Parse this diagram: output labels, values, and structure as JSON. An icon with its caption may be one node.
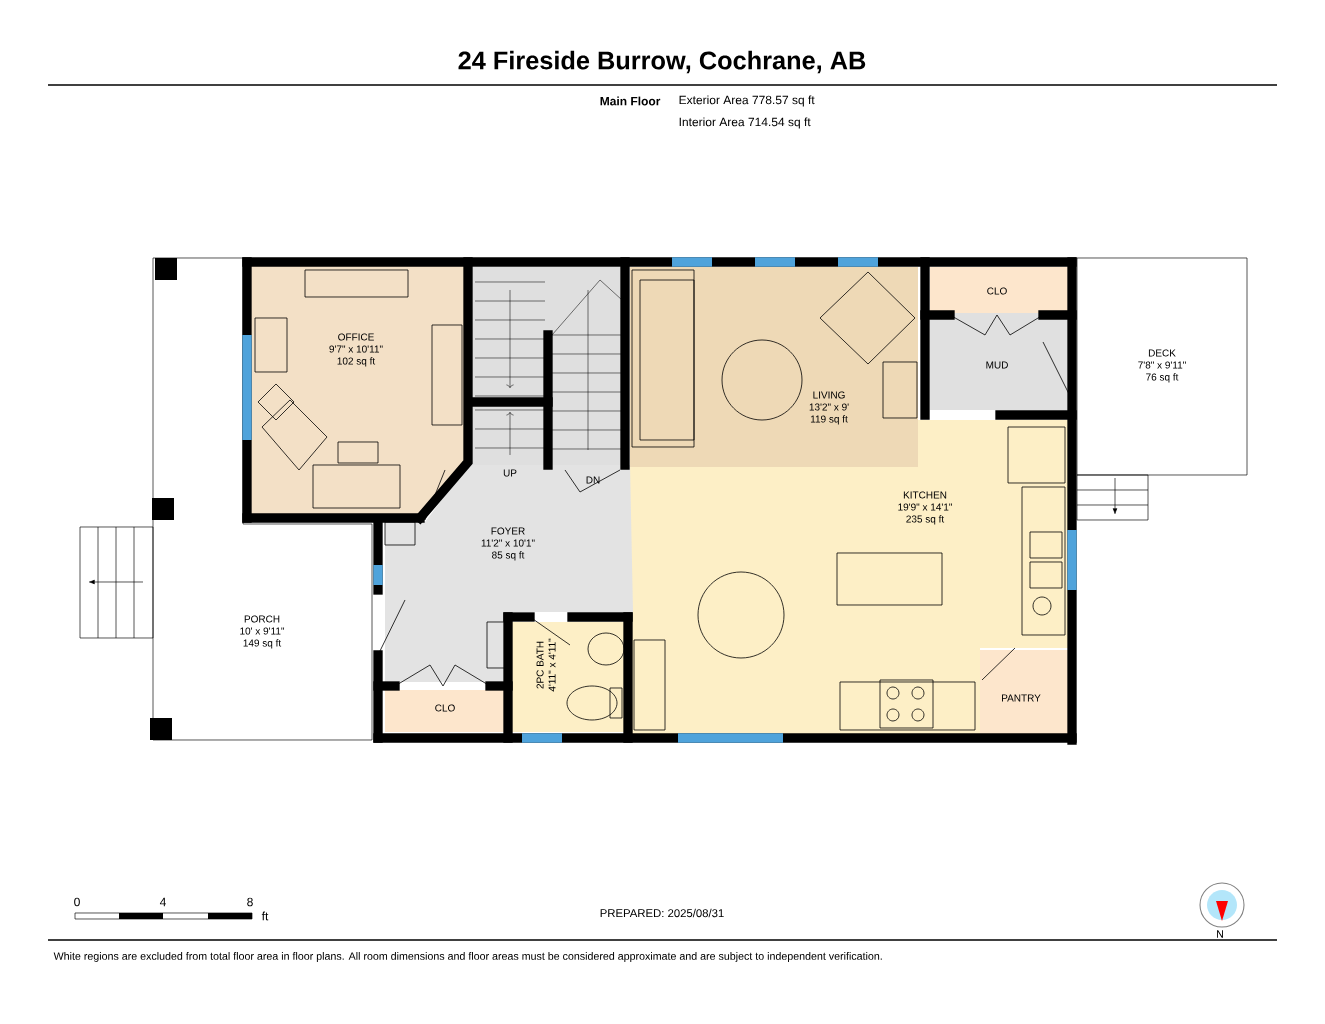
{
  "diagram": {
    "title": "24 Fireside Burrow, Cochrane, AB",
    "nodes": [
      {
        "text": [
          "OFFICE",
          "9'7\" x 10'11\"",
          "102 sq ft"
        ]
      },
      {
        "text": [
          "LIVING",
          "13'2\" x 9'",
          "119 sq ft"
        ]
      },
      {
        "text": [
          "CLO"
        ]
      },
      {
        "text": [
          "MUD"
        ]
      },
      {
        "text": [
          "DECK",
          "7'8\" x 9'11\"",
          "76 sq ft"
        ]
      },
      {
        "text": [
          "KITCHEN",
          "19'9\" x 14'1\"",
          "235 sq ft"
        ]
      },
      {
        "text": [
          "FOYER",
          "11'2\" x 10'1\"",
          "85 sq ft"
        ]
      },
      {
        "text": [
          "PORCH",
          "10' x 9'11\"",
          "149 sq ft"
        ]
      },
      {
        "text": [
          "2PC BATH",
          "4'11\" x 4'11\""
        ]
      },
      {
        "text": [
          "CLO"
        ]
      },
      {
        "text": [
          "PANTRY"
        ]
      }
    ],
    "labels": [
      "Main Floor",
      "Exterior Area 778.57 sq ft",
      "Interior Area 714.54 sq ft",
      "UP",
      "DN",
      "0",
      "4",
      "8",
      "ft",
      "PREPARED: 2025/08/31",
      "N",
      "White regions are excluded from total floor area in floor plans. All room dimensions and floor areas must be considered approximate and are subject to independent verification."
    ]
  }
}
